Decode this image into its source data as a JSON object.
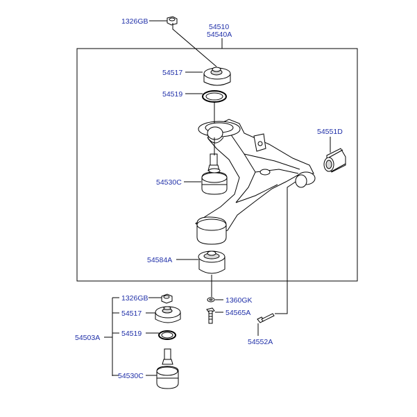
{
  "labels": {
    "top_nut": "1326GB",
    "assembly_a": "54510",
    "assembly_b": "54540A",
    "upper_bush_cap": "54517",
    "upper_ring": "54519",
    "ball_joint": "54530C",
    "rear_bush": "54551D",
    "front_bush": "54584A",
    "washer": "1360GK",
    "bolt": "54565A",
    "long_bolt": "54552A",
    "kit": "54503A",
    "kit_nut": "1326GB",
    "kit_cap": "54517",
    "kit_ring": "54519",
    "kit_ball_joint": "54530C"
  },
  "colors": {
    "label_text": "#1f2fa8",
    "line": "#000000",
    "part_fill": "#ffffff",
    "shade": "#d9d9d9"
  }
}
